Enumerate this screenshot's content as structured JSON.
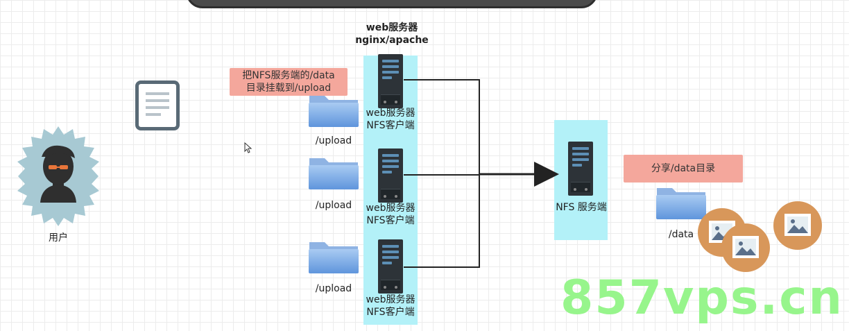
{
  "title": {
    "line1": "web服务器",
    "line2": "nginx/apache"
  },
  "user": {
    "label": "用户",
    "icon": "user-avatar-icon"
  },
  "mount_note": {
    "line1": "把NFS服务端的/data",
    "line2": "目录挂载到/upload"
  },
  "share_note": "分享/data目录",
  "web_servers": [
    {
      "line1": "web服务器",
      "line2": "NFS客户端",
      "folder": "/upload"
    },
    {
      "line1": "web服务器",
      "line2": "NFS客户端",
      "folder": "/upload"
    },
    {
      "line1": "web服务器",
      "line2": "NFS客户端",
      "folder": "/upload"
    }
  ],
  "nfs_server": {
    "label": "NFS 服务端"
  },
  "data_folder": "/data",
  "watermark": "857vps.cn",
  "colors": {
    "column_bg": "#b3f1f8",
    "note_bg": "#f4a79c",
    "watermark": "#97f58c",
    "image_badge": "#d8975a"
  }
}
